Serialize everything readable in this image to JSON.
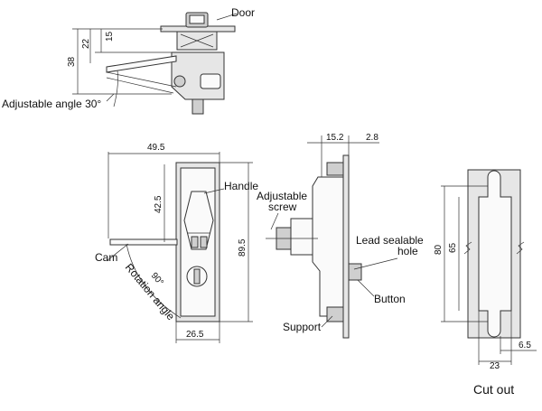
{
  "labels": {
    "door": "Door",
    "adjustable_angle": "Adjustable angle 30°",
    "handle": "Handle",
    "cam": "Cam",
    "rotation_angle": "Rotation angle",
    "rotation_deg": "90°",
    "adjustable_screw_1": "Adjustable",
    "adjustable_screw_2": "screw",
    "lead_sealable_1": "Lead sealable",
    "lead_sealable_2": "hole",
    "button": "Button",
    "support": "Support",
    "cut_out": "Cut out"
  },
  "dimensions": {
    "d15": "15",
    "d22": "22",
    "d38": "38",
    "d49_5": "49.5",
    "d42_5": "42.5",
    "d89_5": "89.5",
    "d26_5": "26.5",
    "d15_2": "15.2",
    "d2_8": "2.8",
    "d80": "80",
    "d65": "65",
    "d6_5": "6.5",
    "d23": "23"
  }
}
